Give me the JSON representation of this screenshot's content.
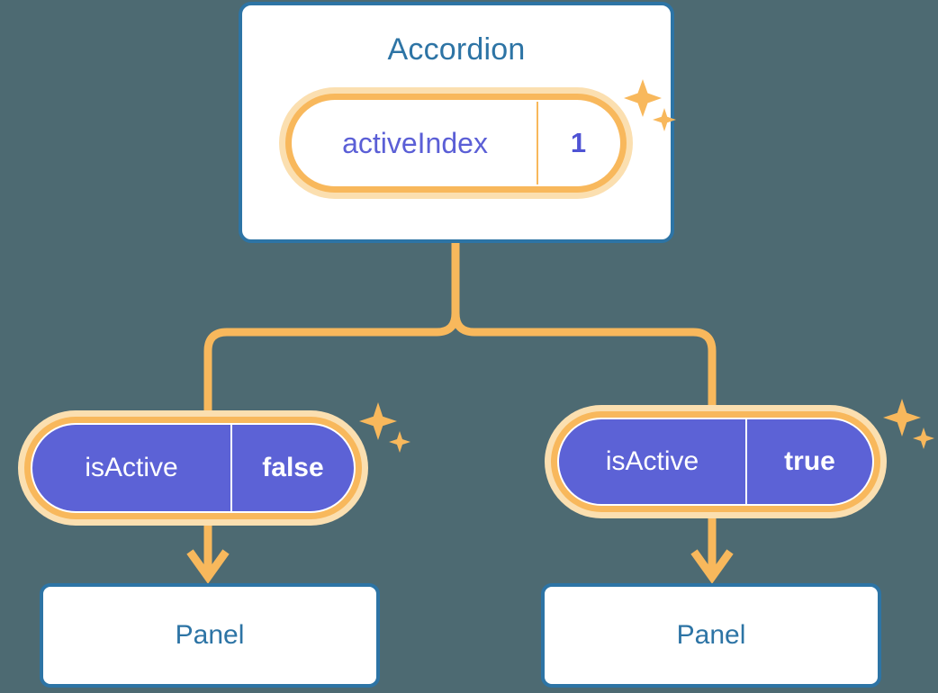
{
  "diagram": {
    "background_color": "#4d6a72",
    "accent_orange": "#f8b85c",
    "accent_orange_soft": "#fbdfb0",
    "accent_blue": "#2d74a5",
    "accent_purple": "#5c62d6",
    "accent_indigo_text": "#5b5fd6"
  },
  "accordion": {
    "title": "Accordion",
    "state": {
      "key": "activeIndex",
      "value": "1"
    },
    "sparkle_icon": "sparkle-icon"
  },
  "children": [
    {
      "id": "left",
      "state": {
        "key": "isActive",
        "value": "false"
      },
      "panel_label": "Panel",
      "sparkle_icon": "sparkle-icon",
      "arrow_icon": "arrow-down-icon"
    },
    {
      "id": "right",
      "state": {
        "key": "isActive",
        "value": "true"
      },
      "panel_label": "Panel",
      "sparkle_icon": "sparkle-icon",
      "arrow_icon": "arrow-down-icon"
    }
  ]
}
